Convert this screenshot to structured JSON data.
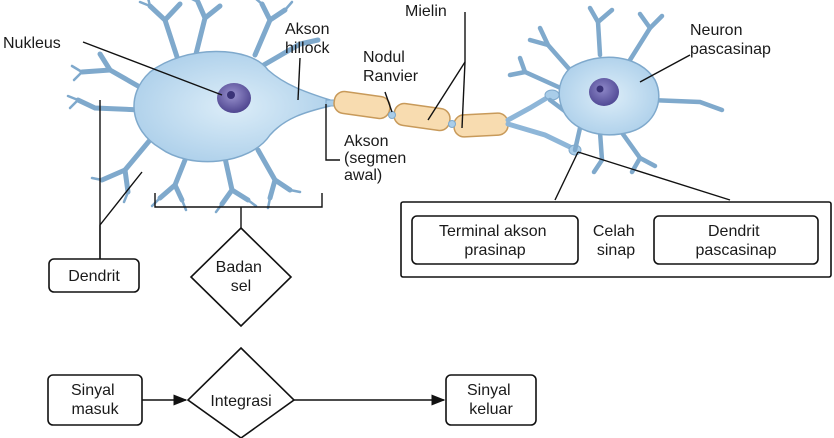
{
  "labels": {
    "nucleus": "Nukleus",
    "axon_hillock": [
      "Akson",
      "hillock"
    ],
    "myelin": "Mielin",
    "node_ranvier": [
      "Nodul",
      "Ranvier"
    ],
    "postsynaptic_neuron": [
      "Neuron",
      "pascasinap"
    ],
    "axon_initial_segment": [
      "Akson",
      "(segmen",
      "awal)"
    ],
    "dendrite": "Dendrit",
    "cell_body": [
      "Badan",
      "sel"
    ],
    "presynaptic_terminal": [
      "Terminal akson",
      "prasinap"
    ],
    "synaptic_cleft": [
      "Celah",
      "sinap"
    ],
    "postsynaptic_dendrite": [
      "Dendrit",
      "pascasinap"
    ]
  },
  "flow": {
    "input": [
      "Sinyal",
      "masuk"
    ],
    "integration": "Integrasi",
    "output": [
      "Sinyal",
      "keluar"
    ]
  },
  "colors": {
    "cell_fill": "#b9d8ee",
    "cell_stroke": "#7fa9cc",
    "nucleus_fill": "#6c63a8",
    "myelin_fill": "#f8dcb0",
    "myelin_stroke": "#c89a5a",
    "line": "#111111"
  }
}
